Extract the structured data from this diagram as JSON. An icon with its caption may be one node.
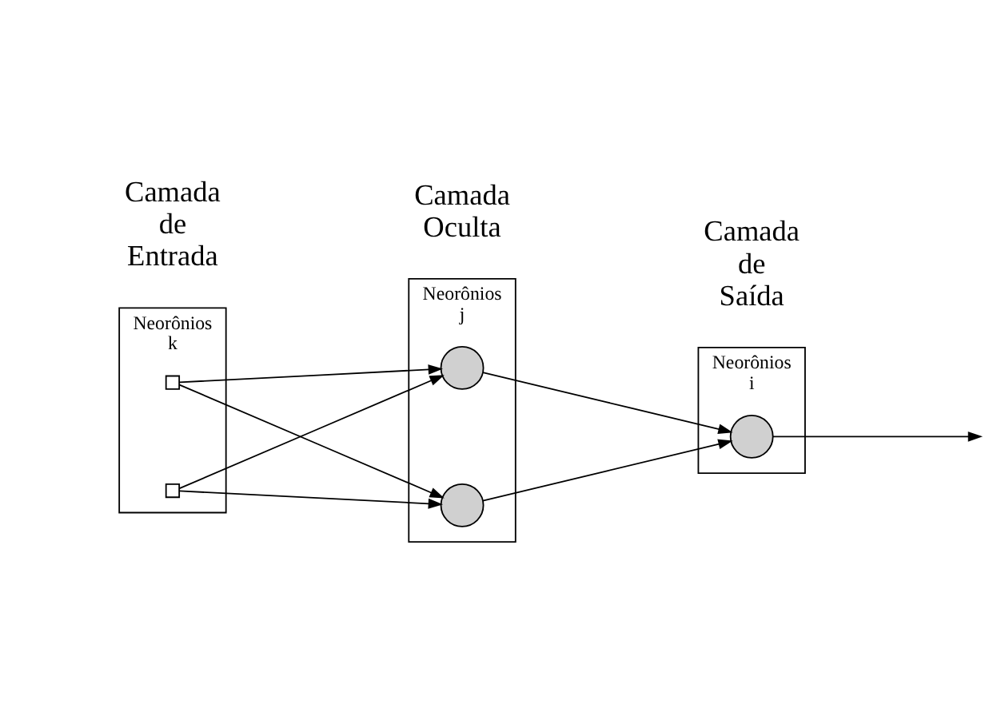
{
  "diagram": {
    "nodes": [
      {
        "text": [
          "Neorônios",
          "k"
        ]
      },
      {
        "text": [],
        "shape": "box",
        "in": 0
      },
      {
        "text": [],
        "shape": "box",
        "in": 0
      },
      {
        "text": [
          "Neorônios",
          "j"
        ]
      },
      {
        "text": [],
        "shape": "circle",
        "in": 3
      },
      {
        "text": [],
        "shape": "circle",
        "in": 3
      },
      {
        "text": [
          "Neorônios",
          "i"
        ]
      },
      {
        "text": [],
        "shape": "circle",
        "in": 6
      }
    ],
    "edges": [
      {
        "from": 1,
        "to": 4,
        "arrow": "to"
      },
      {
        "from": 1,
        "to": 5,
        "arrow": "to"
      },
      {
        "from": 2,
        "to": 4,
        "arrow": "to"
      },
      {
        "from": 2,
        "to": 5,
        "arrow": "to"
      },
      {
        "from": 4,
        "to": 7,
        "arrow": "to"
      },
      {
        "from": 5,
        "to": 7,
        "arrow": "to"
      },
      {
        "from": 7,
        "to": null,
        "arrow": "to"
      }
    ],
    "labels": [
      "Camada de Entrada",
      "Camada Oculta",
      "Camada de Saída"
    ]
  }
}
